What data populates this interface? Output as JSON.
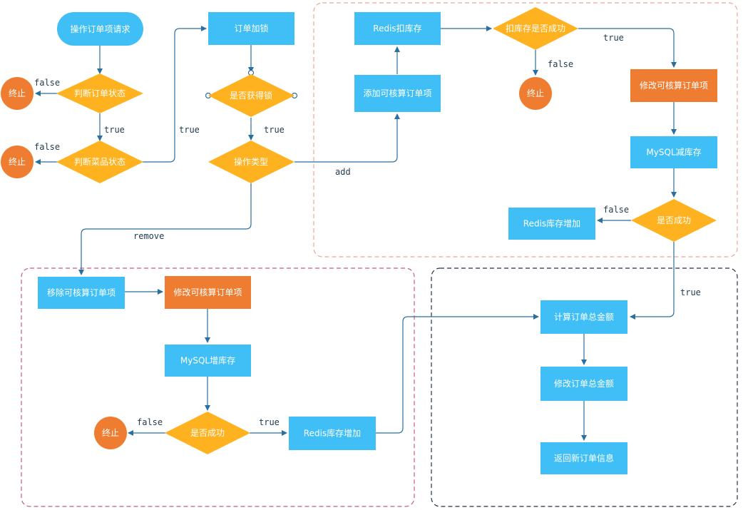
{
  "colors": {
    "rect": "#3fbff5",
    "orange_rect": "#ef7d31",
    "diamond": "#ffb21f",
    "terminal": "#ef7d31",
    "start": "#3fbff5",
    "edge": "#2b6f9e",
    "group_add": "#e8a89a",
    "group_remove": "#c55a82",
    "group_total": "#24324a"
  },
  "nodes": {
    "start": "操作订单项请求",
    "check_order": "判断订单状态",
    "check_dish": "判断菜品状态",
    "end_1": "终止",
    "end_2": "终止",
    "lock": "订单加锁",
    "got_lock": "是否获得锁",
    "op_type": "操作类型",
    "add_item": "添加可核算订单项",
    "redis_deduct": "Redis扣库存",
    "deduct_ok": "扣库存是否成功",
    "end_3": "终止",
    "modify_add": "修改可核算订单项",
    "mysql_reduce": "MySQL减库存",
    "mysql_ok": "是否成功",
    "redis_add_1": "Redis库存增加",
    "remove_item": "移除可核算订单项",
    "modify_remove": "修改可核算订单项",
    "mysql_add": "MySQL增库存",
    "remove_ok": "是否成功",
    "end_4": "终止",
    "redis_add_2": "Redis库存增加",
    "calc_total": "计算订单总金额",
    "modify_total": "修改订单总金额",
    "return_info": "返回新订单信息"
  },
  "labels": {
    "l_false_1": "false",
    "l_true_1": "true",
    "l_false_2": "false",
    "l_true_2": "true",
    "l_true_3": "true",
    "l_add": "add",
    "l_remove": "remove",
    "l_true_4": "true",
    "l_false_3": "false",
    "l_false_4": "false",
    "l_true_5": "true",
    "l_false_5": "false",
    "l_true_6": "true"
  }
}
